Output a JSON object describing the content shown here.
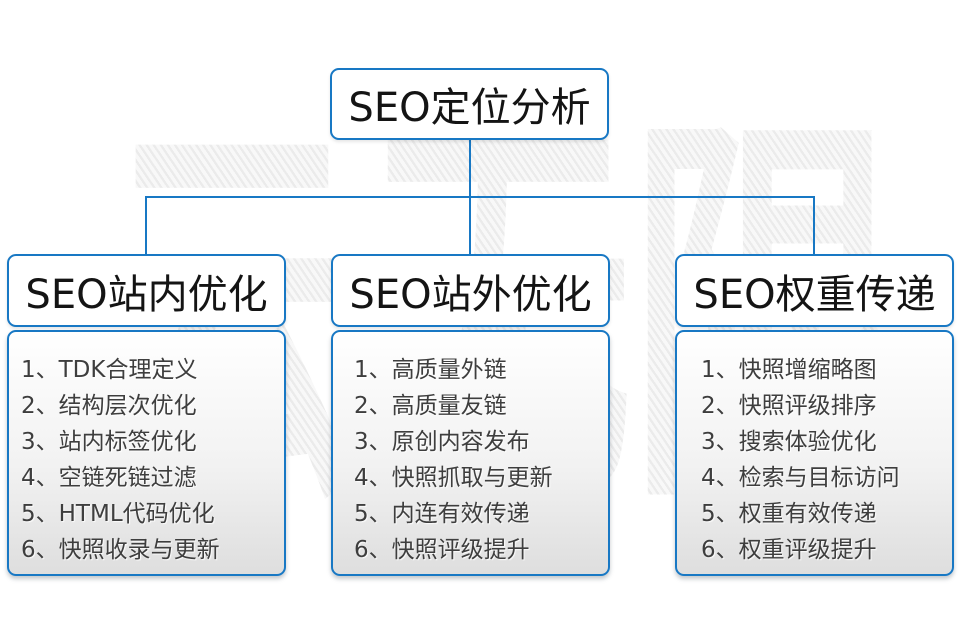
{
  "watermark": {
    "text": "云无限"
  },
  "colors": {
    "line_blue": "#1878c4",
    "list_text": "#3e3e3e"
  },
  "root_box": {
    "label": "SEO定位分析"
  },
  "columns": [
    {
      "header": "SEO站内优化",
      "items": [
        "1、TDK合理定义",
        "2、结构层次优化",
        "3、站内标签优化",
        "4、空链死链过滤",
        "5、HTML代码优化",
        "6、快照收录与更新"
      ]
    },
    {
      "header": "SEO站外优化",
      "items": [
        "1、高质量外链",
        "2、高质量友链",
        "3、原创内容发布",
        "4、快照抓取与更新",
        "5、内连有效传递",
        "6、快照评级提升"
      ]
    },
    {
      "header": "SEO权重传递",
      "items": [
        "1、快照增缩略图",
        "2、快照评级排序",
        "3、搜索体验优化",
        "4、检索与目标访问",
        "5、权重有效传递",
        "6、权重评级提升"
      ]
    }
  ]
}
